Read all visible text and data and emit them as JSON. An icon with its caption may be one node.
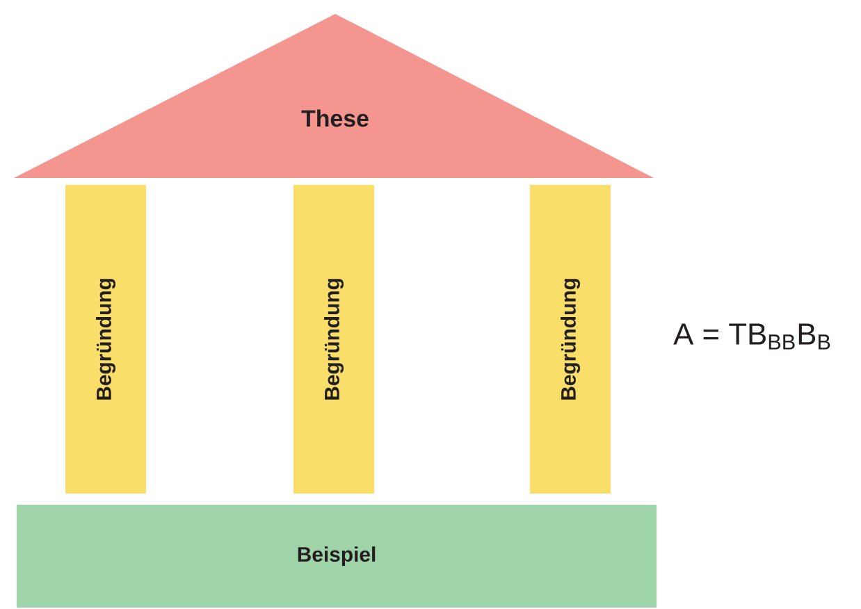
{
  "diagram": {
    "nodes": [
      {
        "text": [
          "These"
        ]
      },
      {
        "text": [
          "Begründung"
        ]
      },
      {
        "text": [
          "Begründung"
        ]
      },
      {
        "text": [
          "Begründung"
        ]
      },
      {
        "text": [
          "Beispiel"
        ]
      }
    ],
    "labels": [
      "A = TB$_{BB}$B$_{B}$"
    ]
  }
}
